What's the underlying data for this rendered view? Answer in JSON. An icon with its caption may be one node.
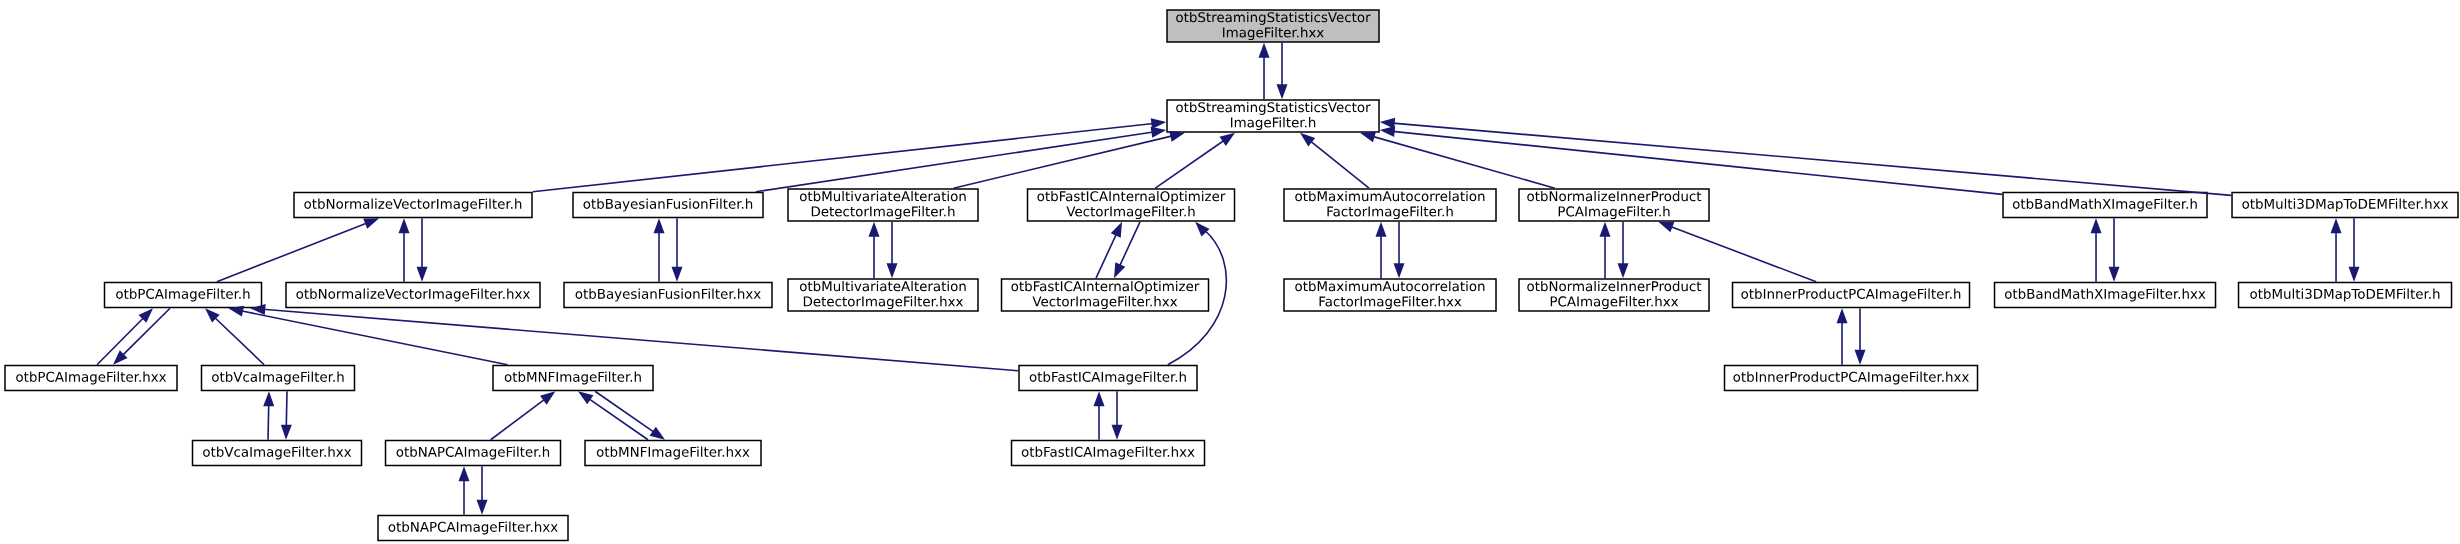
{
  "diagram": {
    "nodes": [
      {
        "text": [
          "otbStreamingStatisticsVector ImageFilter.hxx"
        ]
      },
      {
        "text": [
          "otbStreamingStatisticsVector ImageFilter.h"
        ]
      },
      {
        "text": [
          "otbNormalizeVectorImageFilter.h"
        ]
      },
      {
        "text": [
          "otbBayesianFusionFilter.h"
        ]
      },
      {
        "text": [
          "otbMultivariateAlteration DetectorImageFilter.h"
        ]
      },
      {
        "text": [
          "otbFastICAInternalOptimizer VectorImageFilter.h"
        ]
      },
      {
        "text": [
          "otbMaximumAutocorrelation FactorImageFilter.h"
        ]
      },
      {
        "text": [
          "otbNormalizeInnerProduct PCAImageFilter.h"
        ]
      },
      {
        "text": [
          "otbBandMathXImageFilter.h"
        ]
      },
      {
        "text": [
          "otbMulti3DMapToDEMFilter.hxx"
        ]
      },
      {
        "text": [
          "otbPCAImageFilter.h"
        ]
      },
      {
        "text": [
          "otbNormalizeVectorImageFilter.hxx"
        ]
      },
      {
        "text": [
          "otbBayesianFusionFilter.hxx"
        ]
      },
      {
        "text": [
          "otbMultivariateAlteration DetectorImageFilter.hxx"
        ]
      },
      {
        "text": [
          "otbFastICAInternalOptimizer VectorImageFilter.hxx"
        ]
      },
      {
        "text": [
          "otbMaximumAutocorrelation FactorImageFilter.hxx"
        ]
      },
      {
        "text": [
          "otbNormalizeInnerProduct PCAImageFilter.hxx"
        ]
      },
      {
        "text": [
          "otbInnerProductPCAImageFilter.h"
        ]
      },
      {
        "text": [
          "otbBandMathXImageFilter.hxx"
        ]
      },
      {
        "text": [
          "otbMulti3DMapToDEMFilter.h"
        ]
      },
      {
        "text": [
          "otbPCAImageFilter.hxx"
        ]
      },
      {
        "text": [
          "otbVcaImageFilter.h"
        ]
      },
      {
        "text": [
          "otbMNFImageFilter.h"
        ]
      },
      {
        "text": [
          "otbFastICAImageFilter.h"
        ]
      },
      {
        "text": [
          "otbInnerProductPCAImageFilter.hxx"
        ]
      },
      {
        "text": [
          "otbVcaImageFilter.hxx"
        ]
      },
      {
        "text": [
          "otbNAPCAImageFilter.h"
        ]
      },
      {
        "text": [
          "otbMNFImageFilter.hxx"
        ]
      },
      {
        "text": [
          "otbFastICAImageFilter.hxx"
        ]
      },
      {
        "text": [
          "otbNAPCAImageFilter.hxx"
        ]
      }
    ],
    "edges": [
      {
        "from": 1,
        "to": 0,
        "arrow": "to"
      },
      {
        "from": 0,
        "to": 1,
        "arrow": "to"
      },
      {
        "from": 2,
        "to": 1,
        "arrow": "to"
      },
      {
        "from": 3,
        "to": 1,
        "arrow": "to"
      },
      {
        "from": 4,
        "to": 1,
        "arrow": "to"
      },
      {
        "from": 5,
        "to": 1,
        "arrow": "to"
      },
      {
        "from": 6,
        "to": 1,
        "arrow": "to"
      },
      {
        "from": 7,
        "to": 1,
        "arrow": "to"
      },
      {
        "from": 8,
        "to": 1,
        "arrow": "to"
      },
      {
        "from": 9,
        "to": 1,
        "arrow": "to"
      },
      {
        "from": 11,
        "to": 2,
        "arrow": "to"
      },
      {
        "from": 2,
        "to": 11,
        "arrow": "to"
      },
      {
        "from": 12,
        "to": 3,
        "arrow": "to"
      },
      {
        "from": 3,
        "to": 12,
        "arrow": "to"
      },
      {
        "from": 13,
        "to": 4,
        "arrow": "to"
      },
      {
        "from": 4,
        "to": 13,
        "arrow": "to"
      },
      {
        "from": 14,
        "to": 5,
        "arrow": "to"
      },
      {
        "from": 5,
        "to": 14,
        "arrow": "to"
      },
      {
        "from": 15,
        "to": 6,
        "arrow": "to"
      },
      {
        "from": 6,
        "to": 15,
        "arrow": "to"
      },
      {
        "from": 16,
        "to": 7,
        "arrow": "to"
      },
      {
        "from": 7,
        "to": 16,
        "arrow": "to"
      },
      {
        "from": 18,
        "to": 8,
        "arrow": "to"
      },
      {
        "from": 8,
        "to": 18,
        "arrow": "to"
      },
      {
        "from": 19,
        "to": 9,
        "arrow": "to"
      },
      {
        "from": 9,
        "to": 19,
        "arrow": "to"
      },
      {
        "from": 10,
        "to": 2,
        "arrow": "to"
      },
      {
        "from": 17,
        "to": 7,
        "arrow": "to"
      },
      {
        "from": 24,
        "to": 17,
        "arrow": "to"
      },
      {
        "from": 17,
        "to": 24,
        "arrow": "to"
      },
      {
        "from": 20,
        "to": 10,
        "arrow": "to"
      },
      {
        "from": 10,
        "to": 20,
        "arrow": "to"
      },
      {
        "from": 21,
        "to": 10,
        "arrow": "to"
      },
      {
        "from": 22,
        "to": 10,
        "arrow": "to"
      },
      {
        "from": 23,
        "to": 10,
        "arrow": "to"
      },
      {
        "from": 25,
        "to": 21,
        "arrow": "to"
      },
      {
        "from": 21,
        "to": 25,
        "arrow": "to"
      },
      {
        "from": 26,
        "to": 22,
        "arrow": "to"
      },
      {
        "from": 27,
        "to": 22,
        "arrow": "to"
      },
      {
        "from": 22,
        "to": 27,
        "arrow": "to"
      },
      {
        "from": 29,
        "to": 26,
        "arrow": "to"
      },
      {
        "from": 26,
        "to": 29,
        "arrow": "to"
      },
      {
        "from": 23,
        "to": 5,
        "arrow": "to"
      },
      {
        "from": 28,
        "to": 23,
        "arrow": "to"
      },
      {
        "from": 23,
        "to": 28,
        "arrow": "to"
      }
    ]
  }
}
